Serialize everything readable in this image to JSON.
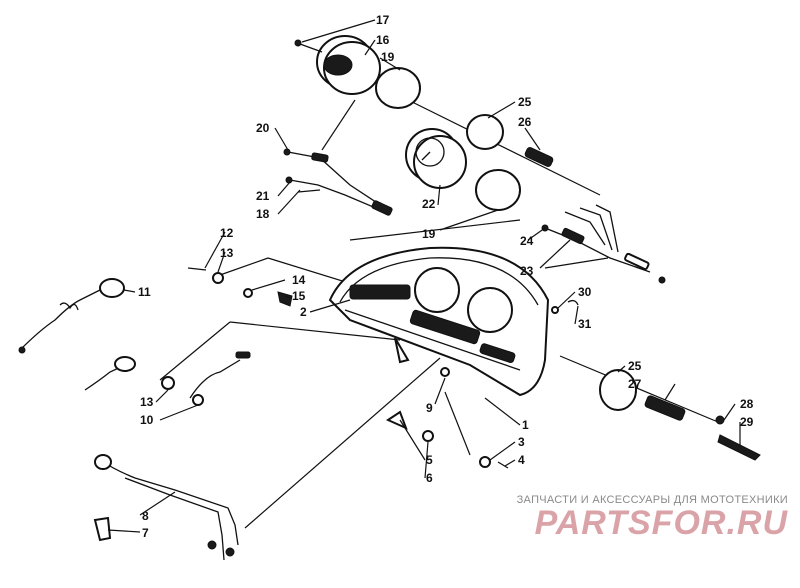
{
  "callouts": {
    "c1": "1",
    "c2": "2",
    "c3": "3",
    "c4": "4",
    "c5": "5",
    "c6": "6",
    "c7": "7",
    "c8": "8",
    "c9": "9",
    "c10": "10",
    "c11": "11",
    "c12": "12",
    "c13a": "13",
    "c13b": "13",
    "c14": "14",
    "c15": "15",
    "c16": "16",
    "c17": "17",
    "c18": "18",
    "c19a": "19",
    "c19b": "19",
    "c20": "20",
    "c21": "21",
    "c22": "22",
    "c23": "23",
    "c24": "24",
    "c25a": "25",
    "c25b": "25",
    "c26": "26",
    "c27": "27",
    "c28": "28",
    "c29": "29",
    "c30": "30",
    "c31": "31"
  },
  "watermark": {
    "tagline": "ЗАПЧАСТИ И АКСЕССУАРЫ ДЛЯ МОТОТЕХНИКИ",
    "logo": "PARTSFOR.RU"
  }
}
